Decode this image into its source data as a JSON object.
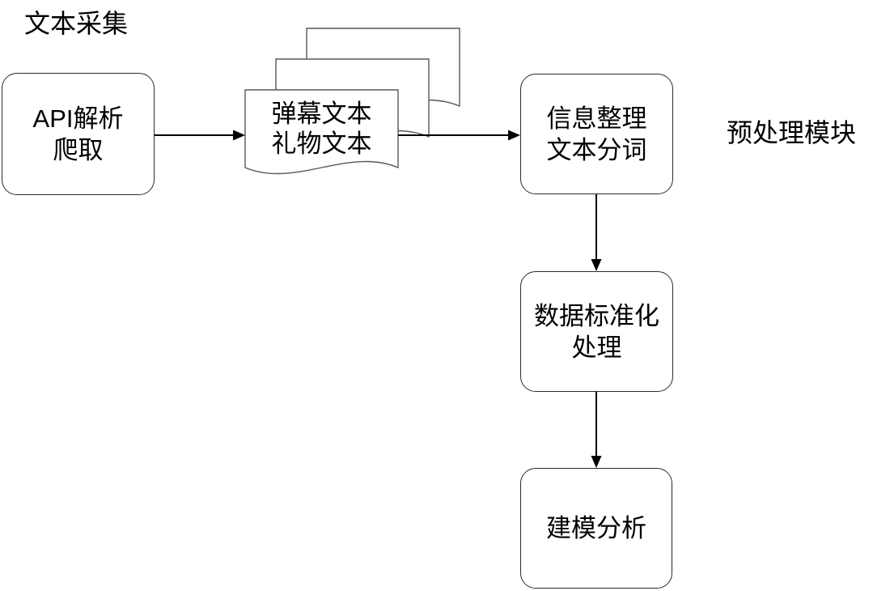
{
  "diagram": {
    "title": "文本采集",
    "side_label": "预处理模块",
    "nodes": {
      "api": {
        "line1": "API解析",
        "line2": "爬取"
      },
      "documents": {
        "line1": "弹幕文本",
        "line2": "礼物文本"
      },
      "info": {
        "line1": "信息整理",
        "line2": "文本分词"
      },
      "standardize": {
        "line1": "数据标准化",
        "line2": "处理"
      },
      "modeling": {
        "line1": "建模分析"
      }
    },
    "colors": {
      "background": "#ffffff",
      "text": "#000000",
      "node_border": "#2b2b2b",
      "document_border": "#595959",
      "arrow": "#000000",
      "shape_fill": "#ffffff"
    }
  }
}
